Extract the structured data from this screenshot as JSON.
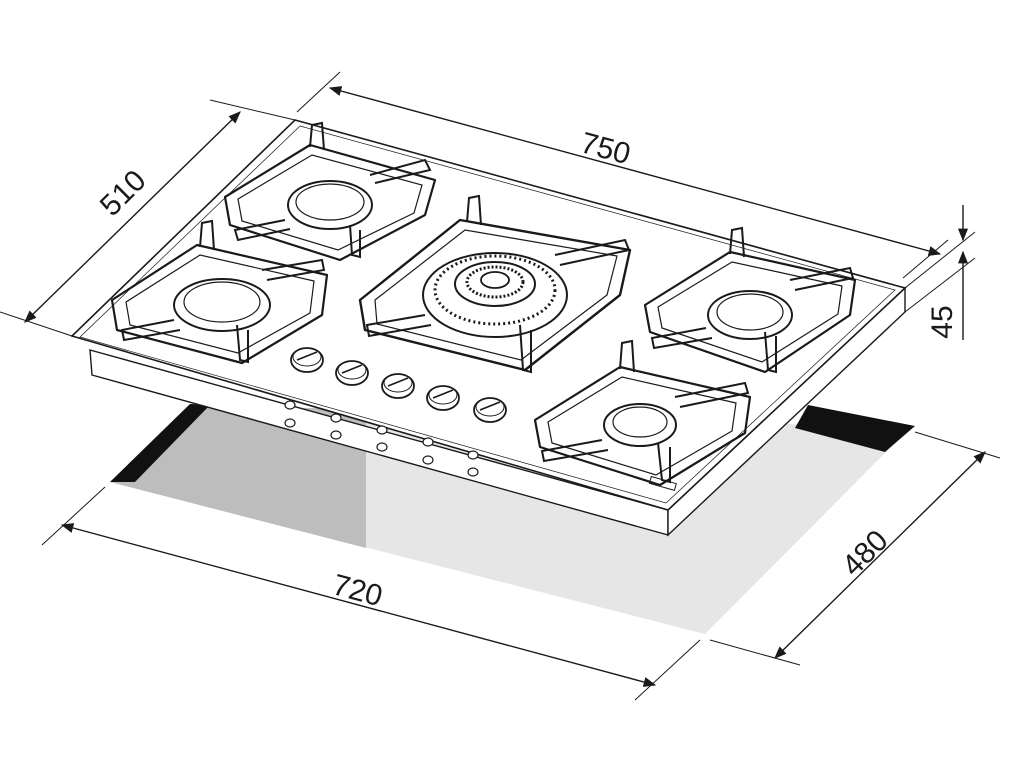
{
  "diagram": {
    "subject": "five-burner gas cooktop dimension drawing",
    "dimensions": {
      "width_top": "750",
      "depth_top": "510",
      "height": "45",
      "cutout_width": "720",
      "cutout_depth": "480"
    },
    "burners": [
      {
        "id": "rear-left"
      },
      {
        "id": "front-left"
      },
      {
        "id": "center-wok"
      },
      {
        "id": "rear-right"
      },
      {
        "id": "front-right"
      }
    ],
    "knob_count": 5,
    "colors": {
      "line": "#1a1a1a",
      "cutout_light": "#e6e6e6",
      "cutout_mid": "#bdbdbd",
      "cutout_dark": "#111111"
    }
  }
}
